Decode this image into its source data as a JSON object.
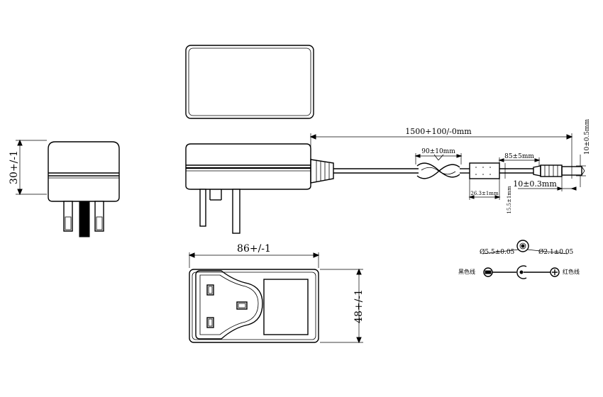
{
  "dimensions": {
    "height_side": "30+/-1",
    "cable_length": "1500+100/-0mm",
    "coil_length": "90±10mm",
    "ferrite_offset": "85±5mm",
    "plug_tip": "10±0.5mm",
    "ferrite_length": "26.3±1mm",
    "ferrite_dia": "15.5±1mm",
    "plug_length": "10±0.3mm",
    "width_bottom": "86+/-1",
    "depth_bottom": "48+/-1"
  },
  "connector": {
    "outer_dia": "Ø5.5±0.05",
    "inner_dia": "Ø2.1±0.05",
    "black_wire": "黑色线",
    "red_wire": "红色线"
  }
}
